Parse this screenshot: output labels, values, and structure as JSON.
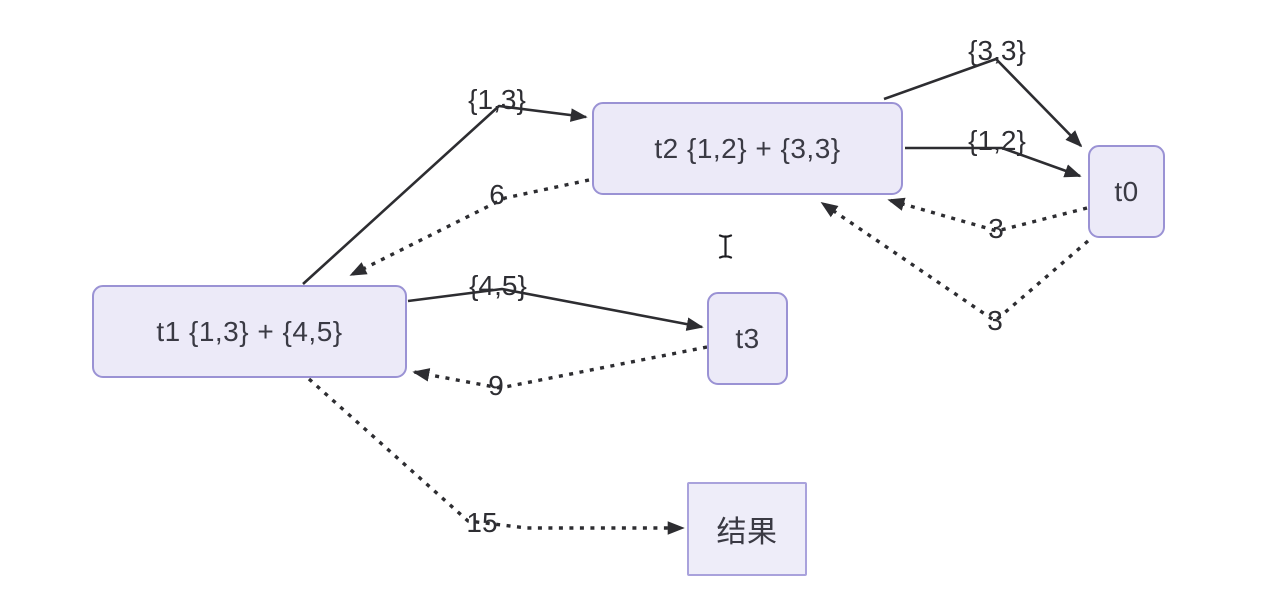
{
  "diagram": {
    "background_color": "#ffffff",
    "node_fill_color": "#eceaf8",
    "node_border_color": "#9a92d4",
    "line_color": "#2d2d31",
    "nodes": [
      {
        "id": "t1",
        "label": "t1 {1,3} + {4,5}"
      },
      {
        "id": "t2",
        "label": "t2 {1,2} + {3,3}"
      },
      {
        "id": "t3",
        "label": "t3"
      },
      {
        "id": "t0",
        "label": "t0"
      },
      {
        "id": "result",
        "label": "结果"
      }
    ],
    "edges": [
      {
        "from": "t1",
        "to": "t2",
        "label": "{1,3}",
        "style": "solid"
      },
      {
        "from": "t2",
        "to": "t1",
        "label": "6",
        "style": "dotted"
      },
      {
        "from": "t2",
        "to": "t0",
        "label": "{3,3}",
        "style": "solid"
      },
      {
        "from": "t2",
        "to": "t0",
        "label": "{1,2}",
        "style": "solid"
      },
      {
        "from": "t0",
        "to": "t2",
        "label": "3",
        "style": "dotted"
      },
      {
        "from": "t0",
        "to": "t2",
        "label": "3",
        "style": "dotted"
      },
      {
        "from": "t1",
        "to": "t3",
        "label": "{4,5}",
        "style": "solid"
      },
      {
        "from": "t3",
        "to": "t1",
        "label": "9",
        "style": "dotted"
      },
      {
        "from": "t1",
        "to": "result",
        "label": "15",
        "style": "dotted"
      }
    ],
    "cursor": "text-ibeam"
  }
}
